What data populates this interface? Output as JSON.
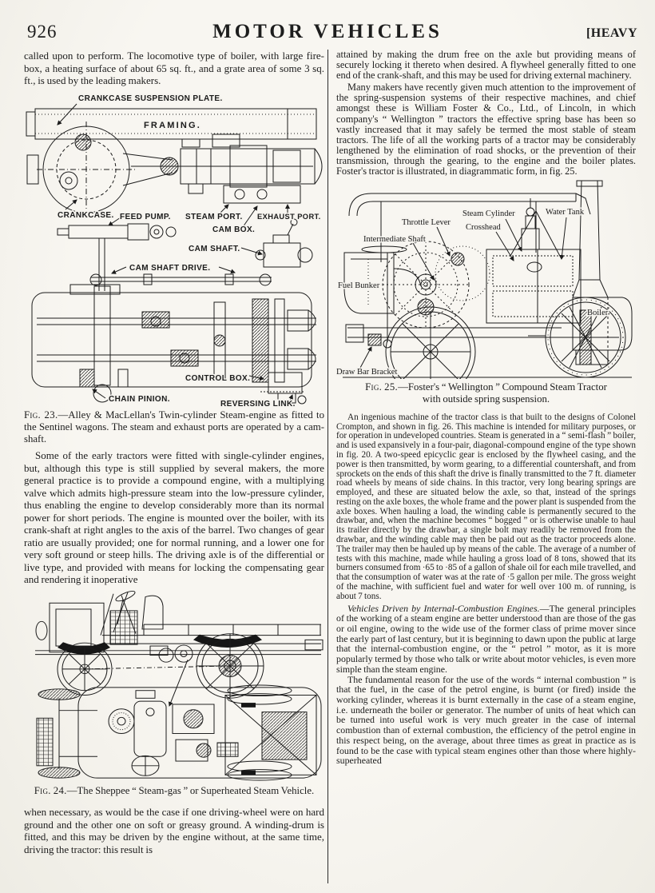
{
  "colors": {
    "paper": "#f6f4ef",
    "ink": "#1d1d1d"
  },
  "page": {
    "number": "926",
    "title": "MOTOR VEHICLES",
    "header_right": "[HEAVY"
  },
  "left_column": {
    "para1": "called upon to perform. The locomotive type of boiler, with large fire-box, a heating surface of about 65 sq. ft., and a grate area of some 3 sq. ft., is used by the leading makers.",
    "fig23": {
      "labels": [
        "CRANKCASE SUSPENSION PLATE.",
        "FRAMING.",
        "CRANKCASE.",
        "FEED PUMP.",
        "STEAM PORT.",
        "EXHAUST PORT.",
        "CAM BOX.",
        "CAM SHAFT.",
        "CAM SHAFT DRIVE.",
        "CONTROL BOX.",
        "CHAIN PINION.",
        "REVERSING LINK."
      ],
      "caption_prefix": "Fig. 23.",
      "caption_text": "—Alley & MacLellan's Twin-cylinder Steam-engine as fitted to the Sentinel wagons. The steam and exhaust ports are operated by a cam-shaft."
    },
    "para2": "Some of the early tractors were fitted with single-cylinder engines, but, although this type is still supplied by several makers, the more general practice is to provide a compound engine, with a multiplying valve which admits high-pressure steam into the low-pressure cylinder, thus enabling the engine to develop considerably more than its normal power for short periods. The engine is mounted over the boiler, with its crank-shaft at right angles to the axis of the barrel. Two changes of gear ratio are usually provided; one for normal running, and a lower one for very soft ground or steep hills. The driving axle is of the differential or live type, and provided with means for locking the compensating gear and rendering it inoperative",
    "fig24": {
      "caption_prefix": "Fig. 24.",
      "caption_text": "—The Sheppee “ Steam-gas ” or Superheated Steam Vehicle."
    },
    "para3": "when necessary, as would be the case if one driving-wheel were on hard ground and the other one on soft or greasy ground. A winding-drum is fitted, and this may be driven by the engine without, at the same time, driving the tractor: this result is"
  },
  "right_column": {
    "para1": "attained by making the drum free on the axle but providing means of securely locking it thereto when desired. A flywheel generally fitted to one end of the crank-shaft, and this may be used for driving external machinery.",
    "para2": "Many makers have recently given much attention to the improvement of the spring-suspension systems of their respective machines, and chief amongst these is William Foster & Co., Ltd., of Lincoln, in which company's “ Wellington ” tractors the effective spring base has been so vastly increased that it may safely be termed the most stable of steam tractors. The life of all the working parts of a tractor may be considerably lengthened by the elimination of road shocks, or the prevention of their transmission, through the gearing, to the engine and the boiler plates. Foster's tractor is illustrated, in diagrammatic form, in fig. 25.",
    "fig25": {
      "labels": [
        "Throttle Lever",
        "Steam Cylinder",
        "Crosshead",
        "Water Tank",
        "Intermediate Shaft",
        "Fuel Bunker",
        "Boiler",
        "Draw Bar Bracket"
      ],
      "caption_prefix": "Fig. 25.",
      "caption_line1": "—Foster's “ Wellington ” Compound Steam Tractor",
      "caption_line2": "with outside spring suspension."
    },
    "para3": "An ingenious machine of the tractor class is that built to the designs of Colonel Crompton, and shown in fig. 26. This machine is intended for military purposes, or for operation in undeveloped countries. Steam is generated in a “ semi-flash ” boiler, and is used expansively in a four-pair, diagonal-compound engine of the type shown in fig. 20. A two-speed epicyclic gear is enclosed by the flywheel casing, and the power is then transmitted, by worm gearing, to a differential countershaft, and from sprockets on the ends of this shaft the drive is finally transmitted to the 7 ft. diameter road wheels by means of side chains. In this tractor, very long bearing springs are employed, and these are situated below the axle, so that, instead of the springs resting on the axle boxes, the whole frame and the power plant is suspended from the axle boxes. When hauling a load, the winding cable is permanently secured to the drawbar, and, when the machine becomes “ bogged ” or is otherwise unable to haul its trailer directly by the drawbar, a single bolt may readily be removed from the drawbar, and the winding cable may then be paid out as the tractor proceeds alone. The trailer may then be hauled up by means of the cable. The average of a number of tests with this machine, made while hauling a gross load of 8 tons, showed that its burners consumed from ·65 to ·85 of a gallon of shale oil for each mile travelled, and that the consumption of water was at the rate of ·5 gallon per mile. The gross weight of the machine, with sufficient fuel and water for well over 100 m. of running, is about 7 tons.",
    "para4_lead": "Vehicles Driven by Internal-Combustion Engines.",
    "para4_text": "—The general principles of the working of a steam engine are better understood than are those of the gas or oil engine, owing to the wide use of the former class of prime mover since the early part of last century, but it is beginning to dawn upon the public at large that the internal-combustion engine, or the “ petrol ” motor, as it is more popularly termed by those who talk or write about motor vehicles, is even more simple than the steam engine.",
    "para5": "The fundamental reason for the use of the words “ internal combustion ” is that the fuel, in the case of the petrol engine, is burnt (or fired) inside the working cylinder, whereas it is burnt externally in the case of a steam engine, i.e. underneath the boiler or generator. The number of units of heat which can be turned into useful work is very much greater in the case of internal combustion than of external combustion, the efficiency of the petrol engine in this respect being, on the average, about three times as great in practice as is found to be the case with typical steam engines other than those where highly-superheated"
  }
}
